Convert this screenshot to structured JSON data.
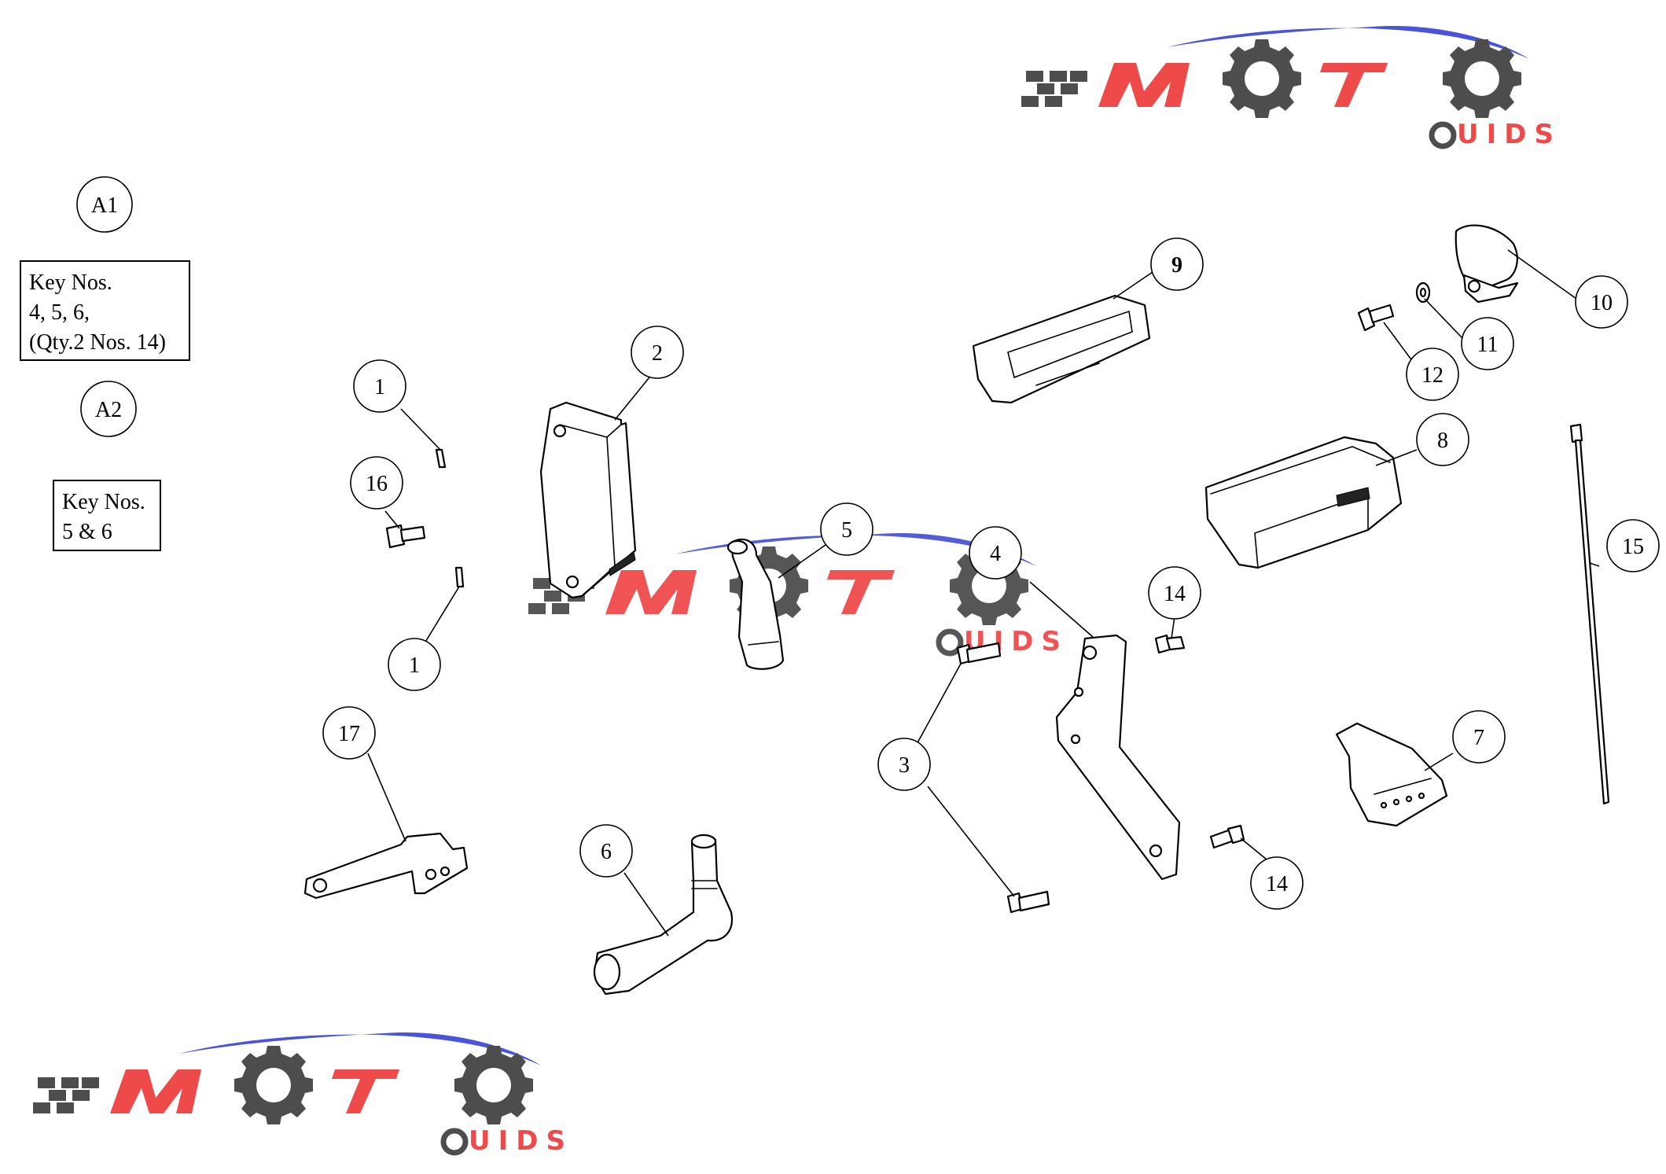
{
  "groups": [
    {
      "label": "A1",
      "key_lines": [
        "Key Nos.",
        "4, 5, 6,",
        "(Qty.2 Nos. 14)"
      ]
    },
    {
      "label": "A2",
      "key_lines": [
        "Key Nos.",
        "5 & 6"
      ]
    }
  ],
  "callouts": [
    "1",
    "1",
    "2",
    "3",
    "4",
    "5",
    "6",
    "7",
    "8",
    "9",
    "10",
    "11",
    "12",
    "14",
    "14",
    "15",
    "16",
    "17"
  ],
  "watermark": {
    "text_main": "MOTO",
    "text_sub": "GUIDS",
    "colors": {
      "red": "#ef4a4a",
      "blue": "#4a54d8",
      "gray": "#4d4d4d"
    }
  }
}
